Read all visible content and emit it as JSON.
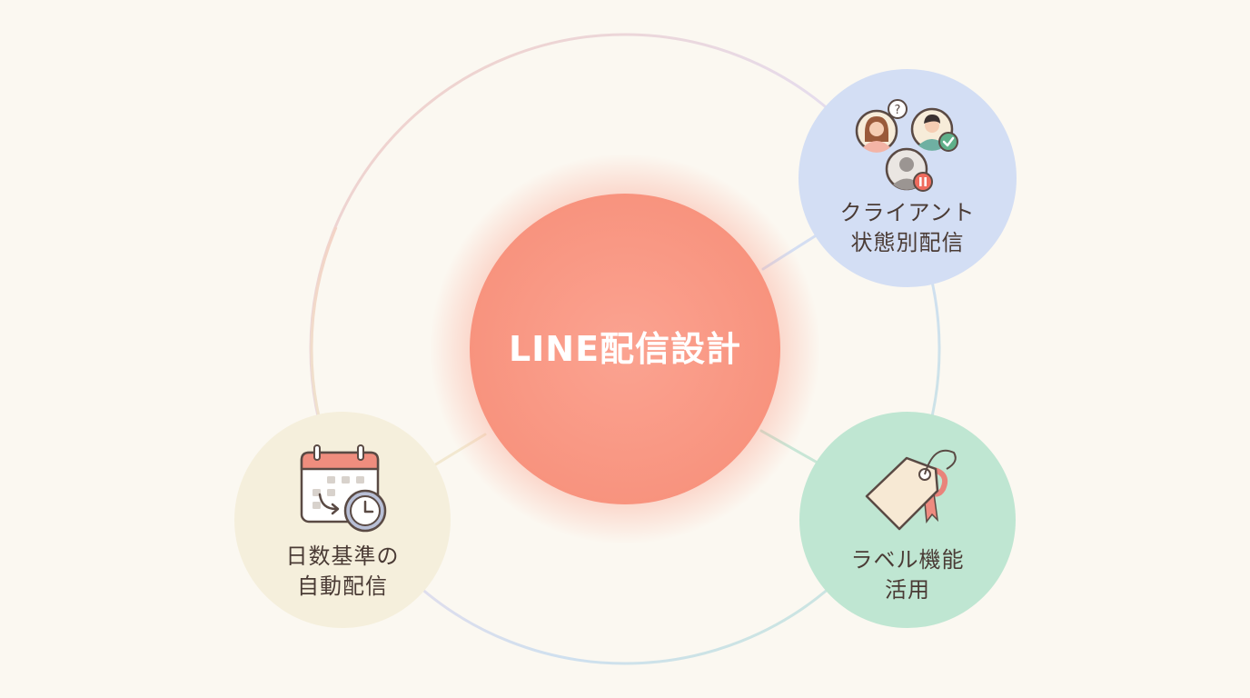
{
  "center": {
    "title": "LINE配信設計"
  },
  "nodes": {
    "client_status": {
      "line1": "クライアント",
      "line2": "状態別配信"
    },
    "label_feature": {
      "line1": "ラベル機能",
      "line2": "活用"
    },
    "day_based": {
      "line1": "日数基準の",
      "line2": "自動配信"
    }
  },
  "colors": {
    "background": "#fbf8f1",
    "center": "#fa9c86",
    "client_status_node": "#d3def4",
    "label_feature_node": "#bfe6d2",
    "day_based_node": "#f5efdc",
    "text": "#4a3b35"
  },
  "icons": {
    "client_status": "client-avatars-icon",
    "label_feature": "price-tag-icon",
    "day_based": "calendar-clock-icon"
  }
}
